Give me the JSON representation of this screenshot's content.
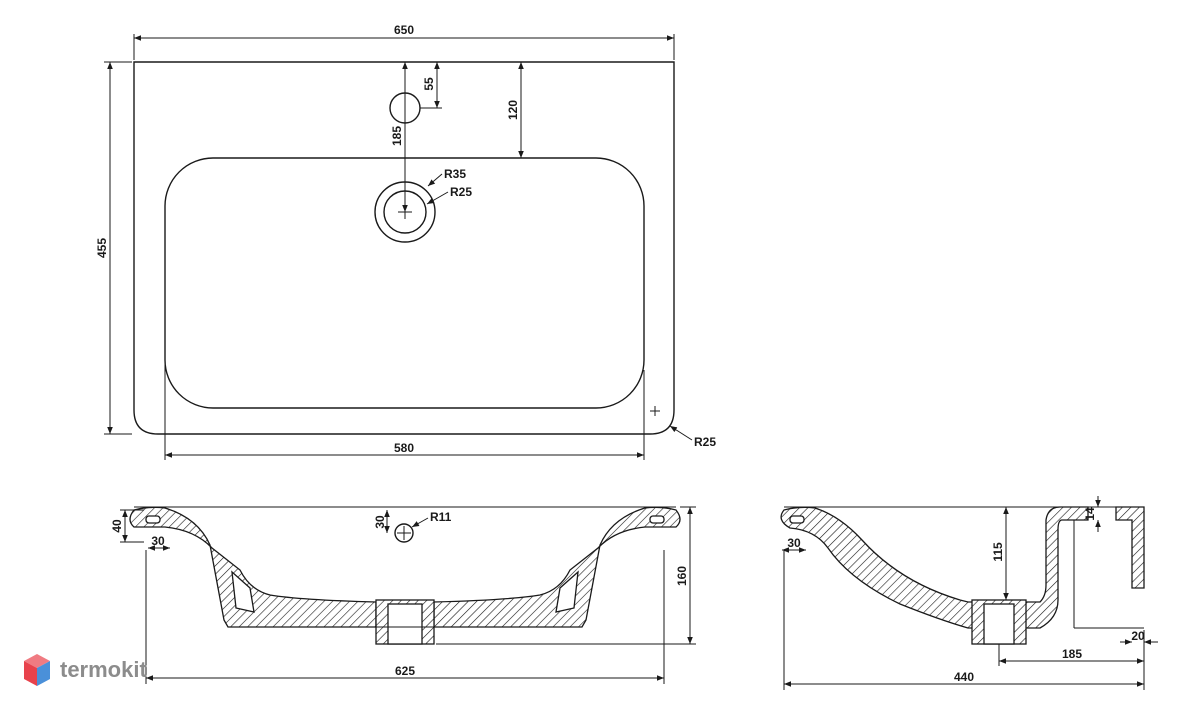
{
  "top_view": {
    "width": "650",
    "height": "455",
    "inner_width": "580",
    "tap_offset": "55",
    "basin_offset": "120",
    "drain_offset": "185",
    "drain_outer_radius": "R35",
    "drain_inner_radius": "R25",
    "corner_radius": "R25"
  },
  "front_view": {
    "rim_height": "40",
    "rim_inset": "30",
    "overflow_height": "30",
    "overflow_radius": "R11",
    "total_height": "160",
    "bottom_width": "625"
  },
  "side_view": {
    "rim_inset": "30",
    "basin_depth": "115",
    "wall_top": "14",
    "wall_gap": "20",
    "drain_offset": "185",
    "depth": "440"
  },
  "logo": {
    "text": "termokit",
    "icon": "cube-logo-icon"
  },
  "colors": {
    "line": "#1a1a1a",
    "logo_red": "#e8424c",
    "logo_blue": "#4a90d9",
    "logo_text": "#8c8c8c"
  }
}
